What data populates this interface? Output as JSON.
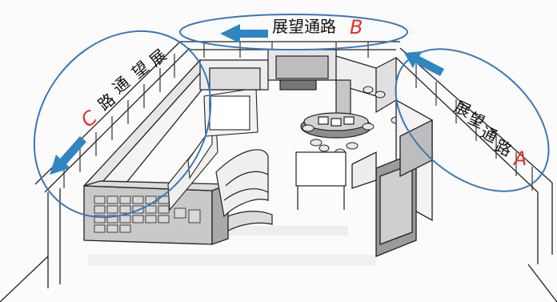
{
  "labels": {
    "passage_b_text": "展望通路",
    "passage_b_letter": "B",
    "passage_a_chars": [
      "展",
      "望",
      "通",
      "路"
    ],
    "passage_a_letter": "A",
    "passage_c_chars": [
      "展",
      "望",
      "通",
      "路"
    ],
    "passage_c_letter": "C"
  },
  "colors": {
    "ellipse": "#3a78b8",
    "arrow": "#2f86c0",
    "letter": "#e0342e",
    "line": "#222222",
    "panel": "#bdbdbd"
  },
  "icons": [
    "arrow-left-icon",
    "arrow-down-left-icon"
  ]
}
